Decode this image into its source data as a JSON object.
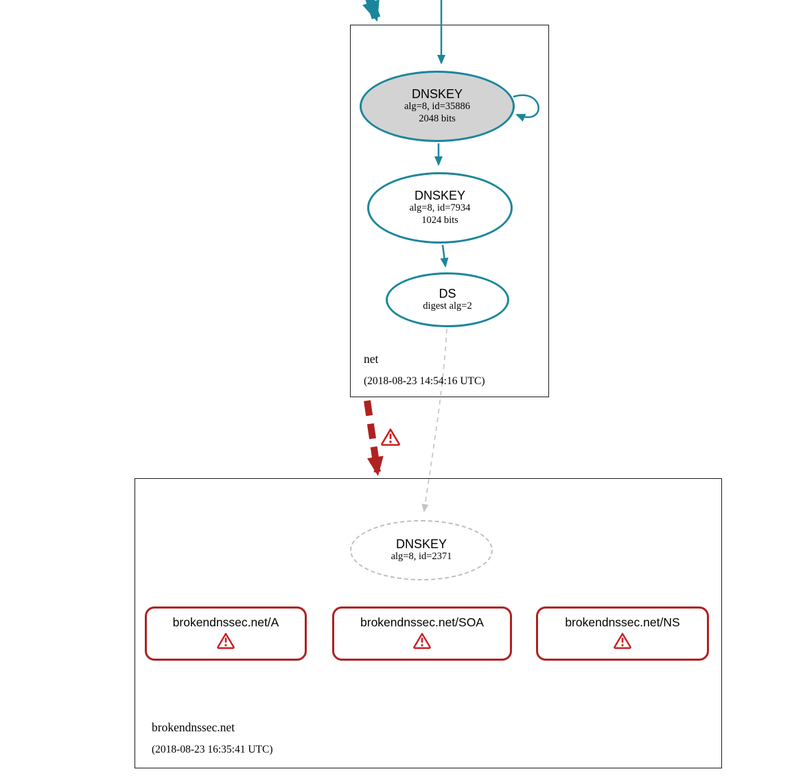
{
  "colors": {
    "teal": "#1b869b",
    "red": "#b02121",
    "gray_dashed": "#c6c6c6"
  },
  "zones": {
    "net": {
      "label": "net",
      "timestamp": "(2018-08-23 14:54:16 UTC)",
      "nodes": {
        "ksk": {
          "title": "DNSKEY",
          "line1": "alg=8, id=35886",
          "line2": "2048 bits"
        },
        "zsk": {
          "title": "DNSKEY",
          "line1": "alg=8, id=7934",
          "line2": "1024 bits"
        },
        "ds": {
          "title": "DS",
          "line1": "digest alg=2"
        }
      }
    },
    "brokendnssec": {
      "label": "brokendnssec.net",
      "timestamp": "(2018-08-23 16:35:41 UTC)",
      "nodes": {
        "dnskey": {
          "title": "DNSKEY",
          "line1": "alg=8, id=2371"
        },
        "rrsets": [
          {
            "label": "brokendnssec.net/A"
          },
          {
            "label": "brokendnssec.net/SOA"
          },
          {
            "label": "brokendnssec.net/NS"
          }
        ]
      }
    }
  }
}
